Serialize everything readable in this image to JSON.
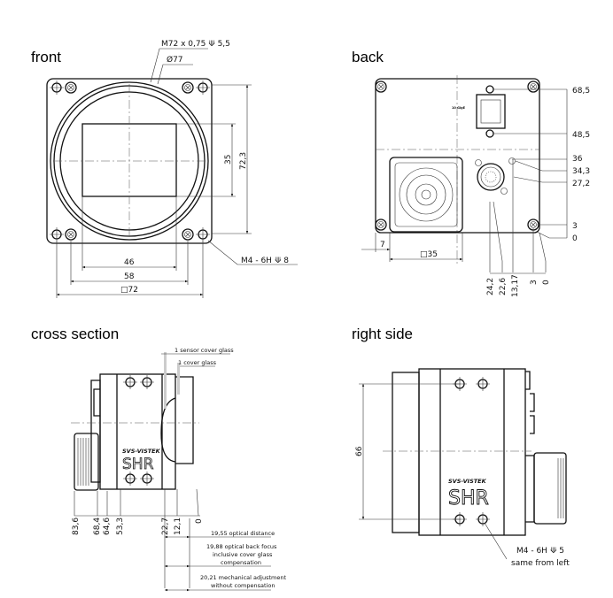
{
  "views": {
    "front": {
      "title": "front",
      "thread_note": "M72 x 0,75 ⟱ 5,5",
      "diameter": "Ø77",
      "dim_35": "35",
      "dim_72_3": "72,3",
      "dim_46": "46",
      "dim_58": "58",
      "dim_72": "□72",
      "hole_note": "M4 - 6H ⟱ 8"
    },
    "back": {
      "title": "back",
      "port_label": "10 GigE",
      "right_dims": [
        "68,5",
        "48,5",
        "36",
        "34,3",
        "27,2",
        "3",
        "0"
      ],
      "bottom_dims": [
        "24,2",
        "22,6",
        "13,17",
        "3",
        "0"
      ],
      "dim_7": "7",
      "dim_35": "□35"
    },
    "cross_section": {
      "title": "cross section",
      "sensor_cover_glass": "1 sensor cover glass",
      "cover_glass": "1 cover glass",
      "bottom_dims": [
        "83,6",
        "68,4",
        "64,6",
        "53,3",
        "22,7",
        "12,1",
        "0"
      ],
      "optical_distance": "19,55 optical distance",
      "back_focus_lines": [
        "19,88 optical back focus",
        "inclusive cover glass",
        "compensation"
      ],
      "mechanical_lines": [
        "20,21 mechanical adjustment",
        "without compensation"
      ],
      "brand": "SVS-VISTEK",
      "model": "SHR"
    },
    "right_side": {
      "title": "right side",
      "dim_66": "66",
      "hole_note": "M4 - 6H ⟱ 5",
      "hole_note_2": "same from left",
      "brand": "SVS-VISTEK",
      "model": "SHR"
    }
  }
}
